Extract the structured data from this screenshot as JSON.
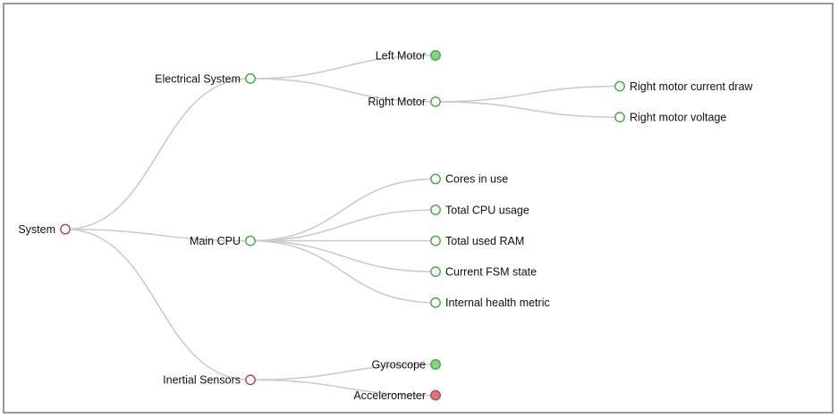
{
  "colors": {
    "ok": "#4caf50",
    "ok_fill": "#8cd17d",
    "error": "#b94a5a",
    "error_fill": "#d9777f",
    "link": "#cccccc",
    "node_bg": "#ffffff"
  },
  "tree": {
    "label": "System",
    "status": "error",
    "filled": false,
    "children": [
      {
        "label": "Electrical System",
        "status": "ok",
        "filled": false,
        "children": [
          {
            "label": "Left Motor",
            "status": "ok",
            "filled": true
          },
          {
            "label": "Right Motor",
            "status": "ok",
            "filled": false,
            "children": [
              {
                "label": "Right motor current draw",
                "status": "ok",
                "filled": false
              },
              {
                "label": "Right motor voltage",
                "status": "ok",
                "filled": false
              }
            ]
          }
        ]
      },
      {
        "label": "Main CPU",
        "status": "ok",
        "filled": false,
        "children": [
          {
            "label": "Cores in use",
            "status": "ok",
            "filled": false
          },
          {
            "label": "Total CPU usage",
            "status": "ok",
            "filled": false
          },
          {
            "label": "Total used RAM",
            "status": "ok",
            "filled": false
          },
          {
            "label": "Current FSM state",
            "status": "ok",
            "filled": false
          },
          {
            "label": "Internal health metric",
            "status": "ok",
            "filled": false
          }
        ]
      },
      {
        "label": "Inertial Sensors",
        "status": "error",
        "filled": false,
        "children": [
          {
            "label": "Gyroscope",
            "status": "ok",
            "filled": true
          },
          {
            "label": "Accelerometer",
            "status": "error",
            "filled": true
          }
        ]
      }
    ]
  }
}
